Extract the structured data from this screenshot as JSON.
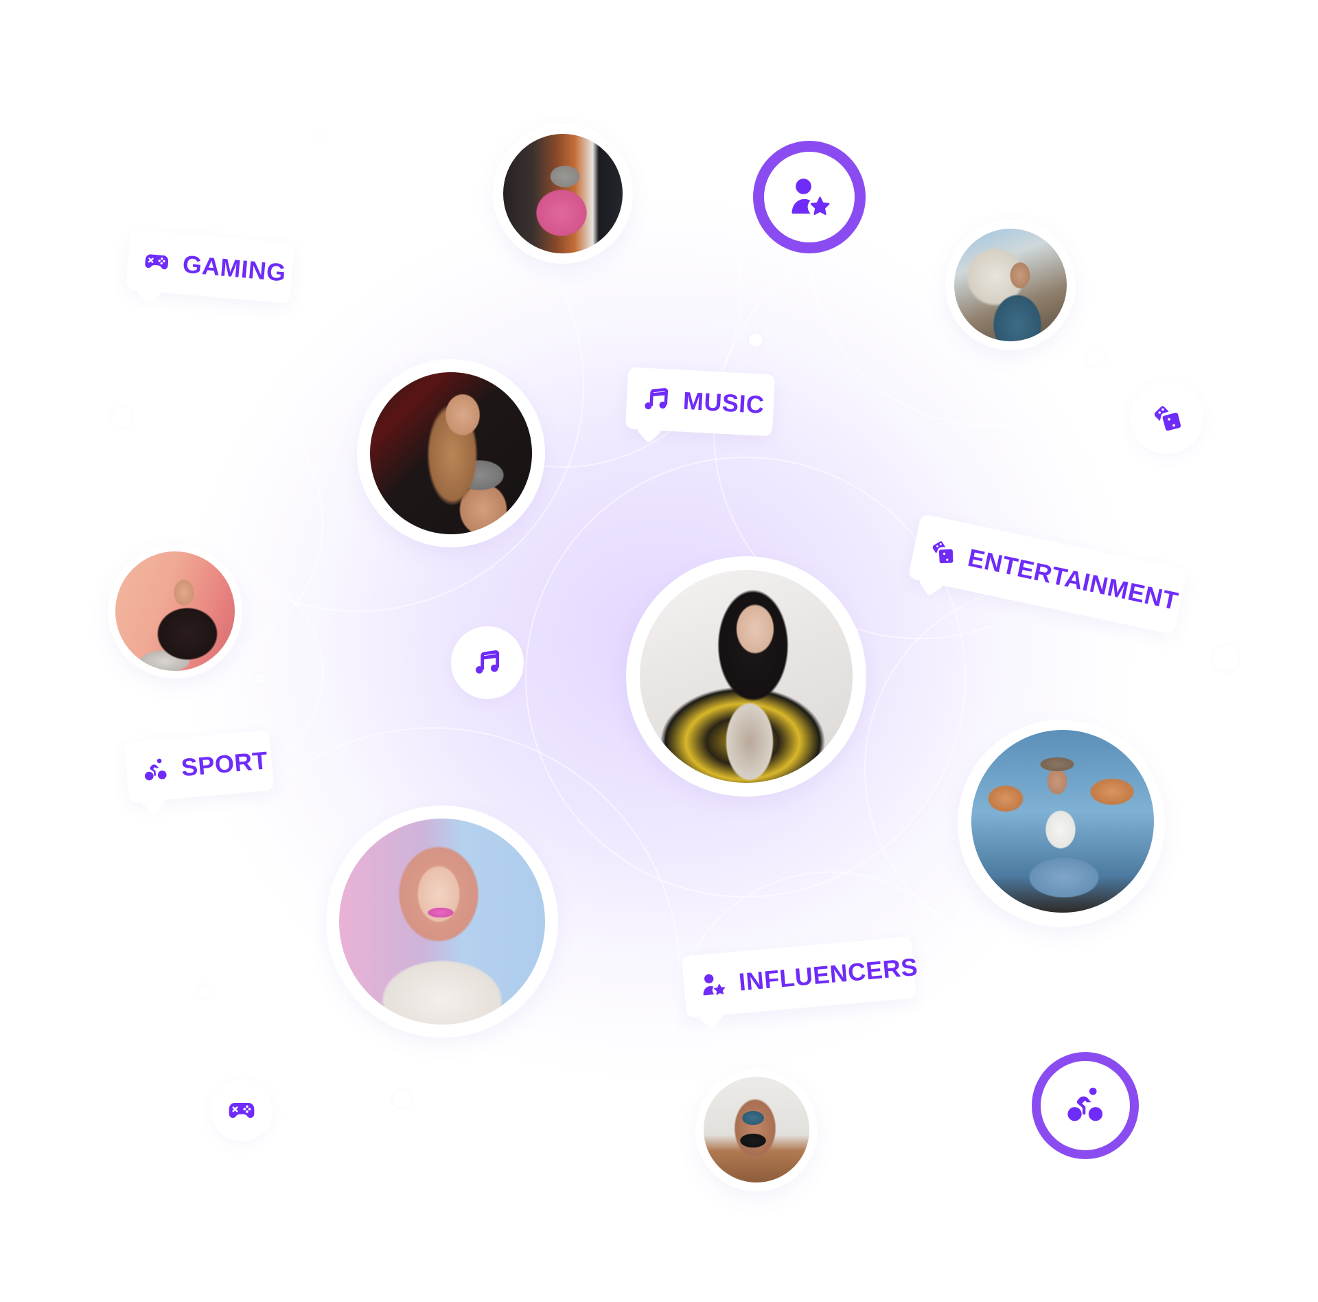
{
  "theme": {
    "accent": "#6f2bf7",
    "ring": "#8a4cf0",
    "background_glow": "#e6dcff"
  },
  "tags": [
    {
      "id": "gaming",
      "label": "GAMING",
      "icon": "gamepad-icon"
    },
    {
      "id": "music",
      "label": "MUSIC",
      "icon": "music-note-icon"
    },
    {
      "id": "entertainment",
      "label": "ENTERTAINMENT",
      "icon": "dice-icon"
    },
    {
      "id": "sport",
      "label": "SPORT",
      "icon": "cyclist-icon"
    },
    {
      "id": "influencers",
      "label": "INFLUENCERS",
      "icon": "user-star-icon"
    }
  ],
  "icon_badges": [
    {
      "id": "influencers-ring",
      "icon": "user-star-icon",
      "style": "ring"
    },
    {
      "id": "sport-ring",
      "icon": "cyclist-icon",
      "style": "ring"
    },
    {
      "id": "music-chip",
      "icon": "music-note-icon",
      "style": "plain"
    },
    {
      "id": "entertainment-chip",
      "icon": "dice-icon",
      "style": "plain"
    },
    {
      "id": "gaming-chip",
      "icon": "gamepad-icon",
      "style": "plain"
    }
  ],
  "creators": [
    {
      "id": "gamer",
      "description": "woman with headset gaming at PC"
    },
    {
      "id": "fitness",
      "description": "woman in grey sports bra in gym"
    },
    {
      "id": "traveler-paris",
      "description": "man in blue shirt before Sacre-Coeur"
    },
    {
      "id": "selfie",
      "description": "woman taking selfie with laptop"
    },
    {
      "id": "fashion",
      "description": "woman in yellow patterned jacket"
    },
    {
      "id": "beauty",
      "description": "woman with pink hair and pink lips"
    },
    {
      "id": "traveler-map",
      "description": "woman in hat in front of world map"
    },
    {
      "id": "mirror-selfie",
      "description": "woman in blue sports bra mirror selfie"
    }
  ]
}
